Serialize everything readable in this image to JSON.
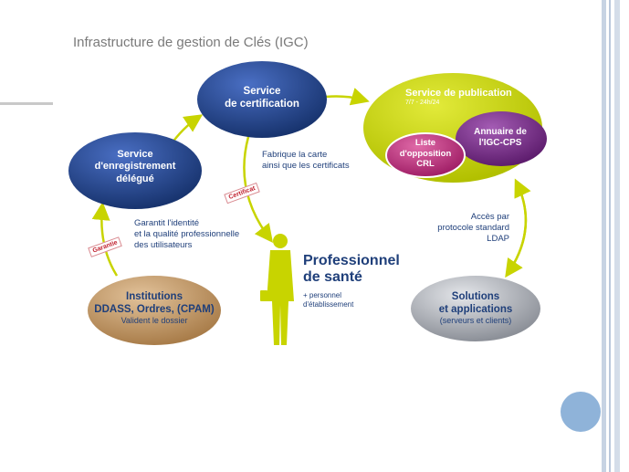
{
  "title": "Infrastructure de gestion de Clés (IGC)",
  "nodes": {
    "certification": {
      "line1": "Service",
      "line2": "de certification"
    },
    "enregistrement": {
      "line1": "Service",
      "line2": "d'enregistrement",
      "line3": "délégué"
    },
    "publication": {
      "line1": "Service de publication",
      "hours": "7/7 - 24h/24"
    },
    "annuaire": {
      "line1": "Annuaire de",
      "line2": "l'IGC-CPS"
    },
    "liste": {
      "line1": "Liste",
      "line2": "d'opposition",
      "line3": "CRL"
    },
    "institutions": {
      "line1": "Institutions",
      "line2": "DDASS, Ordres, (CPAM)",
      "line3": "Valident le dossier"
    },
    "solutions": {
      "line1": "Solutions",
      "line2": "et applications",
      "line3": "(serveurs et clients)"
    }
  },
  "notes": {
    "fabrique": {
      "line1": "Fabrique la carte",
      "line2": "ainsi que les certificats"
    },
    "garantit": {
      "line1": "Garantit l'identité",
      "line2": "et la qualité professionnelle",
      "line3": "des utilisateurs"
    },
    "acces": {
      "line1": "Accès par",
      "line2": "protocole standard",
      "line3": "LDAP"
    }
  },
  "tags": {
    "certificat": "Certificat",
    "garantie": "Garantie"
  },
  "professionnel": {
    "line1": "Professionnel",
    "line2": "de santé",
    "sub1": "+ personnel",
    "sub2": "d'établissement"
  },
  "colors": {
    "navy": "#1f3f8a",
    "green": "#c8d400",
    "purple": "#7a2a8a",
    "magenta": "#c0287a",
    "tan": "#c8a070",
    "silver": "#b8bcc4",
    "arrow": "#c8d400"
  }
}
